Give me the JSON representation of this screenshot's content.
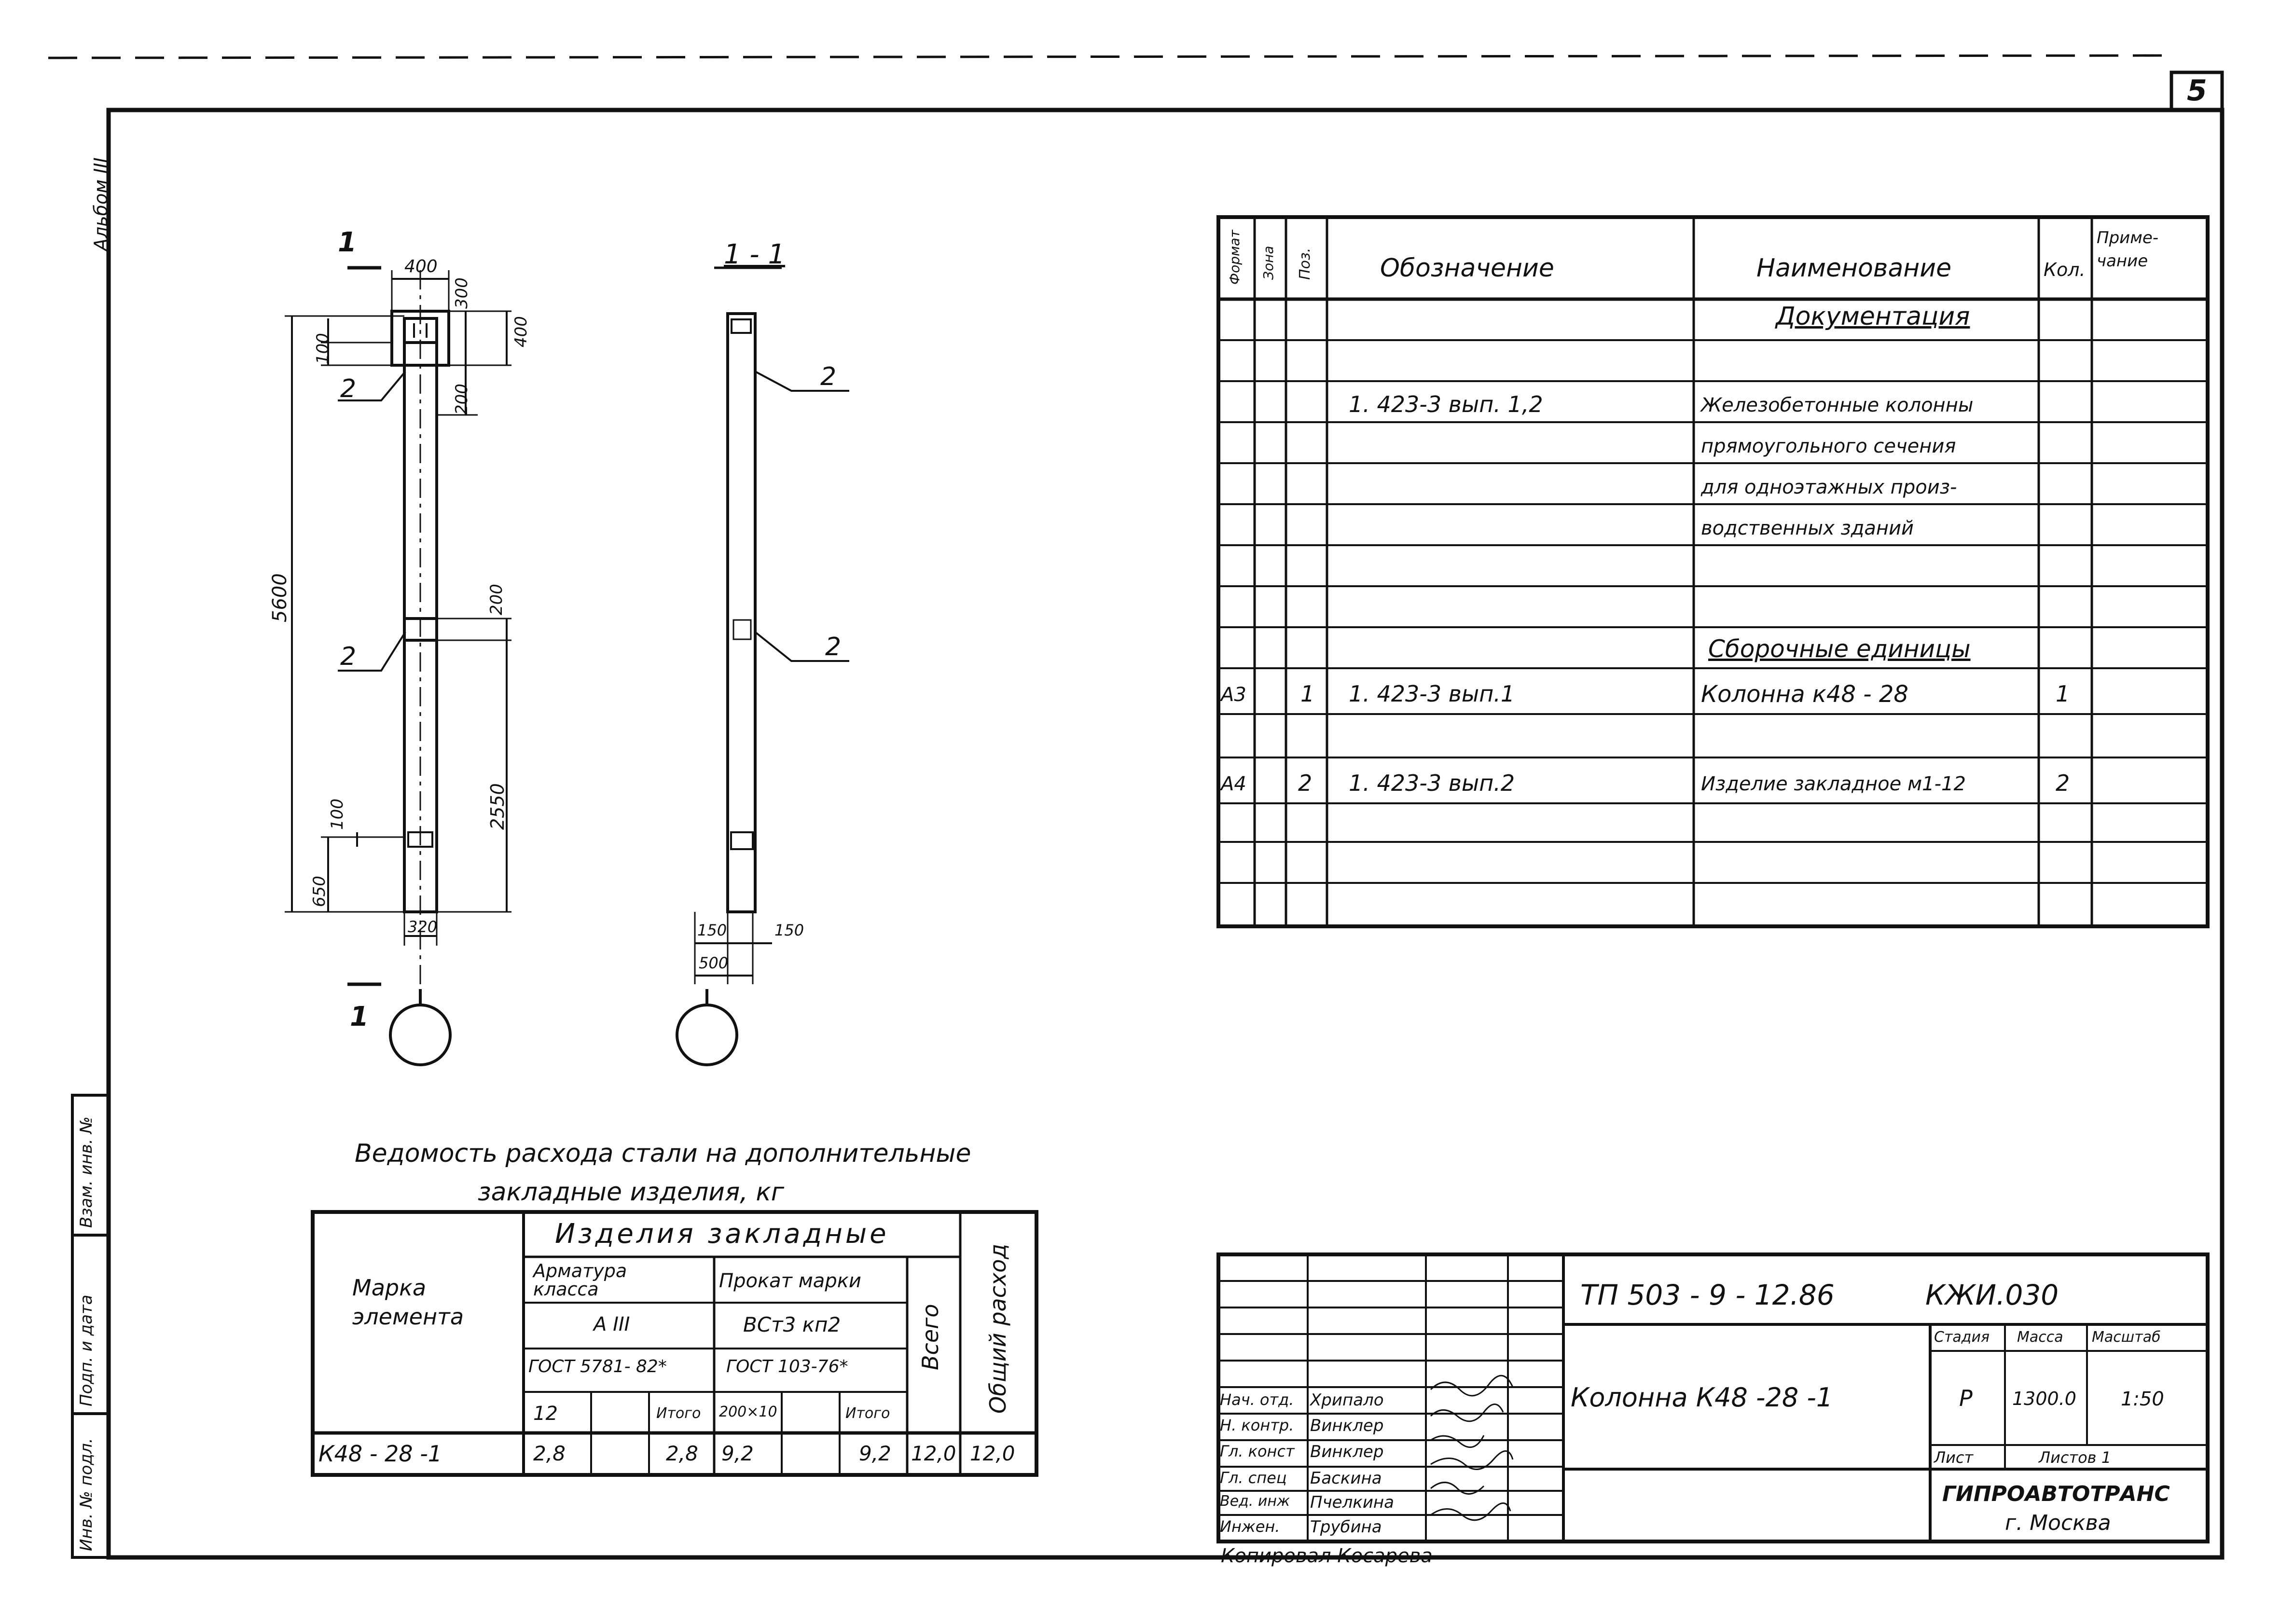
{
  "sheet": {
    "number": "5",
    "album_stamp": "Альбом III"
  },
  "drawing": {
    "cut_mark": "1",
    "section_title": "1 - 1",
    "elev_dims": {
      "w400": "400",
      "d300": "300",
      "d100": "100",
      "d400": "400",
      "d200a": "200",
      "d5600": "5600",
      "d200b": "200",
      "d2550": "2550",
      "d100b": "100",
      "d650": "650",
      "w320": "320"
    },
    "sec_dims": {
      "d150a": "150",
      "d150b": "150",
      "d500": "500"
    },
    "callout_pos": "2"
  },
  "spec_table": {
    "headers": {
      "format": "Формат",
      "zone": "Зона",
      "pos": "Поз.",
      "designation": "Обозначение",
      "name": "Наименование",
      "qty": "Кол.",
      "note": "Приме-чание"
    },
    "section_docs": "Документация",
    "doc_row": {
      "designation": "1. 423-3 вып. 1,2",
      "name_lines": [
        "Железобетонные колонны",
        "прямоугольного сечения",
        "для одноэтажных произ-",
        "водственных зданий"
      ]
    },
    "section_units": "Сборочные единицы",
    "rows": [
      {
        "format": "А3",
        "pos": "1",
        "designation": "1. 423-3 вып.1",
        "name": "Колонна к48 - 28",
        "qty": "1"
      },
      {
        "format": "А4",
        "pos": "2",
        "designation": "1. 423-3 вып.2",
        "name": "Изделие закладное м1-12",
        "qty": "2"
      }
    ]
  },
  "steel_table": {
    "title_line1": "Ведомость расхода стали на дополнительные",
    "title_line2": "закладные изделия, кг",
    "mark_header": "Марка элемента",
    "group_header": "Изделия закладные",
    "armatura_class": "Арматура класса",
    "armatura_grade": "А III",
    "armatura_gost": "ГОСТ 5781- 82*",
    "prokat_mark": "Прокат марки",
    "prokat_grade": "ВСт3 кп2",
    "prokat_gost": "ГОСТ 103-76*",
    "vsego": "Всего",
    "total_header": "Общий расход",
    "sub_12": "12",
    "sub_itogo1": "Итого",
    "sub_200": "200×10",
    "sub_itogo2": "Итого",
    "row": {
      "mark": "К48 - 28 -1",
      "v12": "2,8",
      "itogo1": "2,8",
      "v200": "9,2",
      "itogo2": "9,2",
      "vsego": "12,0",
      "total": "12,0"
    }
  },
  "title_block": {
    "code": "ТП 503 - 9 - 12.86",
    "sheet_code": "КЖИ.030",
    "title": "Колонна К48 -28 -1",
    "stage_label": "Стадия",
    "mass_label": "Масса",
    "scale_label": "Масштаб",
    "stage": "Р",
    "mass": "1300.0",
    "scale": "1:50",
    "sheet_label": "Лист",
    "sheets_label": "Листов 1",
    "org": "ГИПРОАВТОТРАНС",
    "city": "г. Москва",
    "staff": [
      {
        "role": "Нач. отд.",
        "name": "Хрипало"
      },
      {
        "role": "Н. контр.",
        "name": "Винклер"
      },
      {
        "role": "Гл. конст",
        "name": "Винклер"
      },
      {
        "role": "Гл. спец",
        "name": "Баскина"
      },
      {
        "role": "Вед. инж",
        "name": "Пчелкина"
      },
      {
        "role": "Инжен.",
        "name": "Трубина"
      }
    ],
    "copied": "Копировал Косарева"
  },
  "side_stamp": {
    "inv_podl": "Инв. № подл.",
    "podp_data": "Подп. и дата",
    "vzam_inv": "Взам. инв. №"
  }
}
